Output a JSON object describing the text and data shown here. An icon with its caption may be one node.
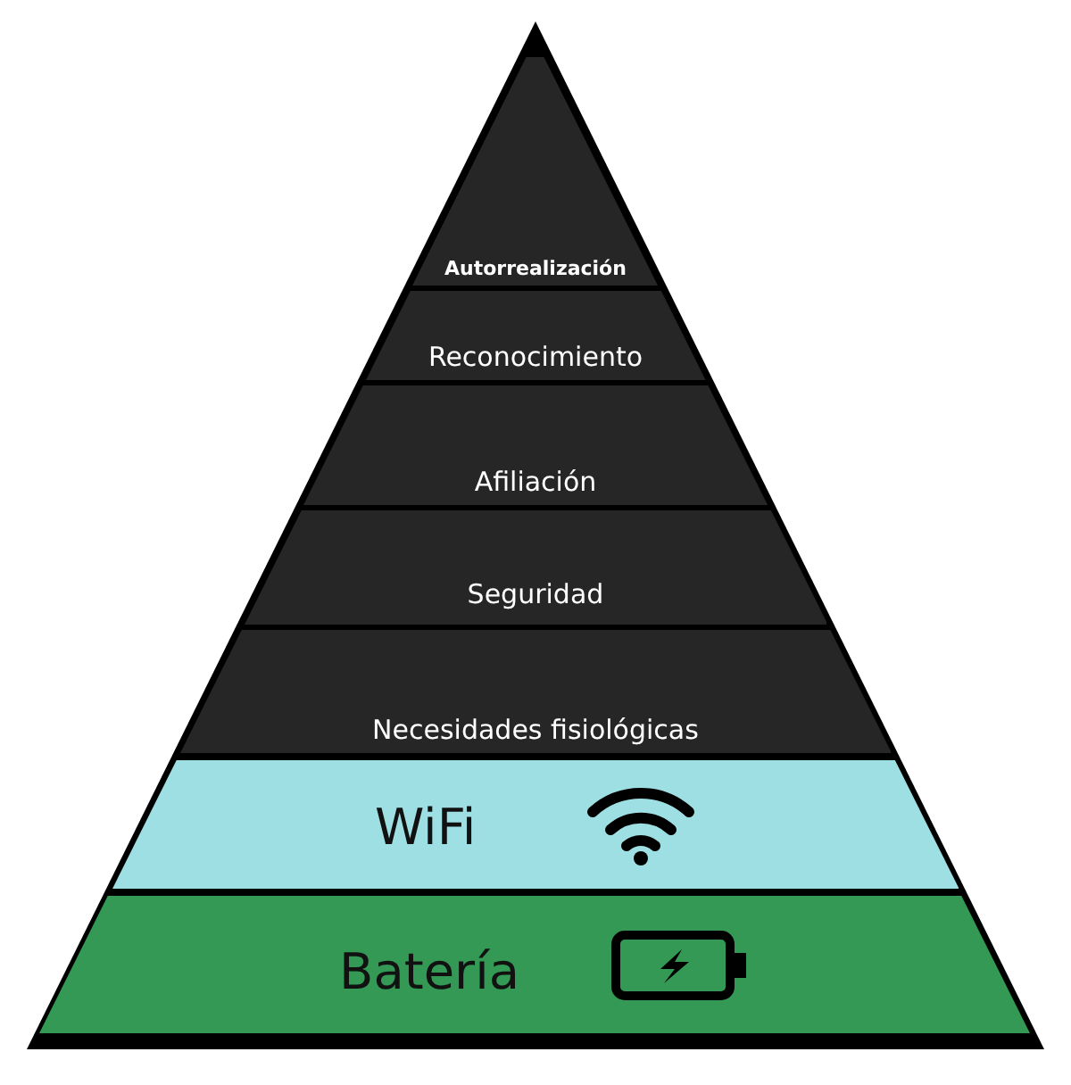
{
  "diagram": {
    "nodes": [
      {
        "text": [
          "Autorrealización"
        ]
      },
      {
        "text": [
          "Reconocimiento"
        ]
      },
      {
        "text": [
          "Afiliación"
        ]
      },
      {
        "text": [
          "Seguridad"
        ]
      },
      {
        "text": [
          "Necesidades fisiológicas"
        ]
      },
      {
        "text": [
          "WiFi"
        ]
      },
      {
        "text": [
          "Batería"
        ]
      }
    ]
  }
}
